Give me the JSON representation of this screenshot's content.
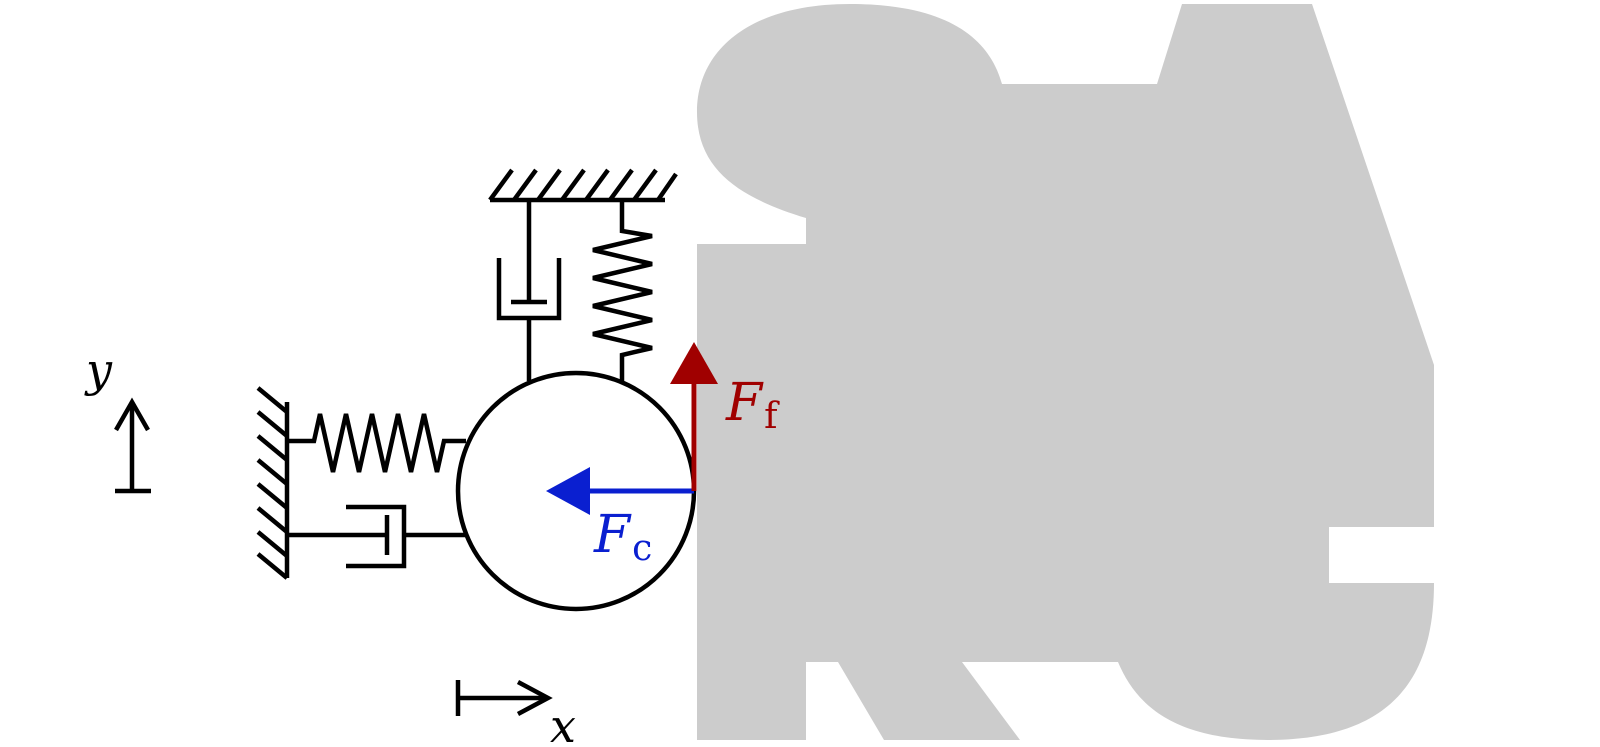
{
  "labels": {
    "y_axis": "y",
    "x_axis": "x",
    "contact_force_symbol": "F",
    "contact_force_subscript": "c",
    "friction_force_symbol": "F",
    "friction_force_subscript": "f"
  },
  "colors": {
    "ink": "#000000",
    "contact_force": "#0a1fd0",
    "friction_force": "#a00000",
    "obstacle": "#cccccc"
  }
}
